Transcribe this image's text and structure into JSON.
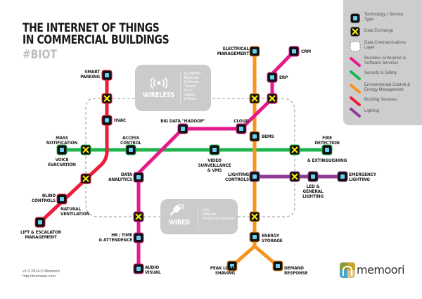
{
  "header": {
    "title_line1": "THE INTERNET OF THINGS",
    "title_line2": "IN COMMERCIAL BUILDINGS",
    "hashtag": "#BIOT"
  },
  "legend": {
    "items": [
      {
        "label": "Technology / Service Type",
        "icon": "station-icon"
      },
      {
        "label": "Data Exchange",
        "icon": "data-exchange-icon"
      },
      {
        "label": "Data Communications Layer",
        "icon": "dashed-box-icon"
      },
      {
        "label": "Business Enterprise & Software Services",
        "color": "#e6198c"
      },
      {
        "label": "Security & Safety",
        "color": "#1db44b"
      },
      {
        "label": "Environmental Control & Energy Management",
        "color": "#f7941d"
      },
      {
        "label": "Building Services",
        "color": "#ee1c3b"
      },
      {
        "label": "Lighting",
        "color": "#8e3a96"
      }
    ]
  },
  "layers": {
    "wireless": {
      "title": "WIRELESS",
      "icon": "wireless-signal-icon",
      "protocols": [
        "6LoWPAN",
        "Bluetooth",
        "EnOcean",
        "Thread",
        "Wi-Fi",
        "Zigbee",
        "Z-Wave"
      ]
    },
    "wired": {
      "title": "WIRED",
      "icon": "plug-icon",
      "protocols": [
        "LAN",
        "Ethernet",
        "Power over Ethernet"
      ]
    }
  },
  "colors": {
    "business": "#e6198c",
    "security": "#1db44b",
    "energy": "#f7941d",
    "building": "#ee1c3b",
    "lighting": "#8e3a96",
    "station_fill": "#111111",
    "station_dot": "#6ccff6",
    "exchange_x": "#fff200"
  },
  "stations": {
    "smart_parking": "SMART\nPARKING",
    "hvac": "HVAC",
    "mass_notification": "MASS\nNOTIFICATION",
    "voice_evacuation": "VOICE\nEVACUATION",
    "access_control": "ACCESS\nCONTROL",
    "blind_controls": "BLIND\nCONTROLS",
    "natural_ventilation": "NATURAL\nVENTILATION",
    "lift_escalator": "LIFT & ESCALATOR\nMANAGEMENT",
    "data_analytics": "DATA\nANALYTICS",
    "hr_time": "HR / TIME\n& ATTENDENCE",
    "audio_visual": "AUDIO\nVISUAL",
    "big_data": "BIG DATA \"HADOOP\"",
    "cloud": "CLOUD",
    "video": "VIDEO\nSURVEILLANCE\n& VMS",
    "electrical": "ELECTRICAL\nMANAGEMENT",
    "crm": "CRM",
    "erp": "ERP",
    "bems": "BEMS",
    "lighting_controls": "LIGHTING\nCONTROLS",
    "fire_detection": "FIRE\nDETECTION",
    "extinguishing": "& EXTINGUISHING",
    "led": "LED &\nGENERAL\nLIGHTING",
    "emergency": "EMERGENCY\nLIGHTING",
    "energy_storage": "ENERGY\nSTORAGE",
    "peak_load": "PEAK LOAD\nSHAVING",
    "demand_response": "DEMAND\nRESPONSE"
  },
  "footer": {
    "version": "v1.0 2014 © Memoori",
    "url": "http://memoori.com"
  },
  "brand": {
    "name": "memoori"
  }
}
